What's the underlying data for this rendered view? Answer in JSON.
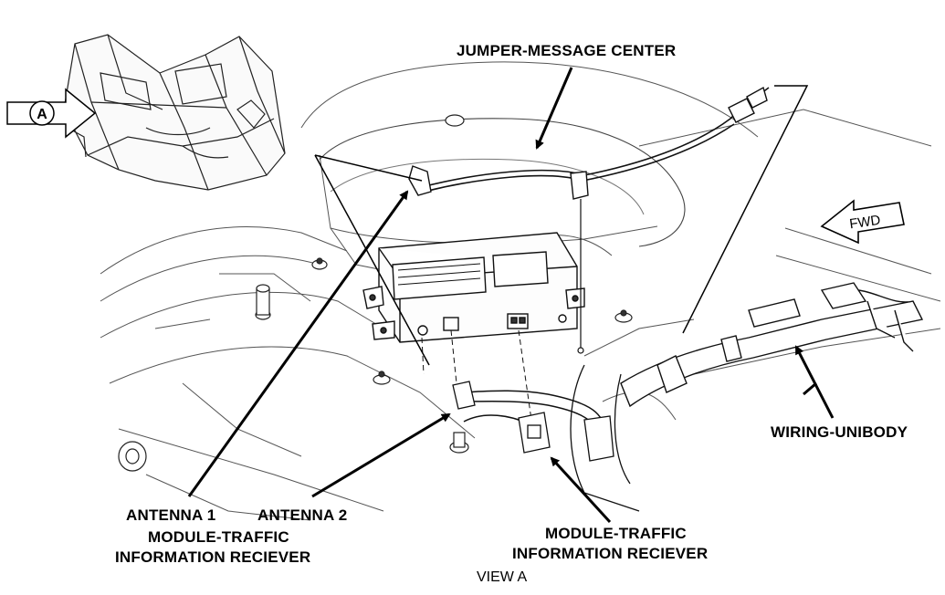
{
  "labels": {
    "jumper": "JUMPER-MESSAGE CENTER",
    "wiring": "WIRING-UNIBODY",
    "antenna1": "ANTENNA 1",
    "antenna2": "ANTENNA 2",
    "module_left_line1": "MODULE-TRAFFIC",
    "module_left_line2": "INFORMATION RECIEVER",
    "module_right_line1": "MODULE-TRAFFIC",
    "module_right_line2": "INFORMATION RECIEVER",
    "view_caption": "VIEW A"
  },
  "callouts": {
    "view_marker": "A",
    "fwd": "FWD"
  }
}
